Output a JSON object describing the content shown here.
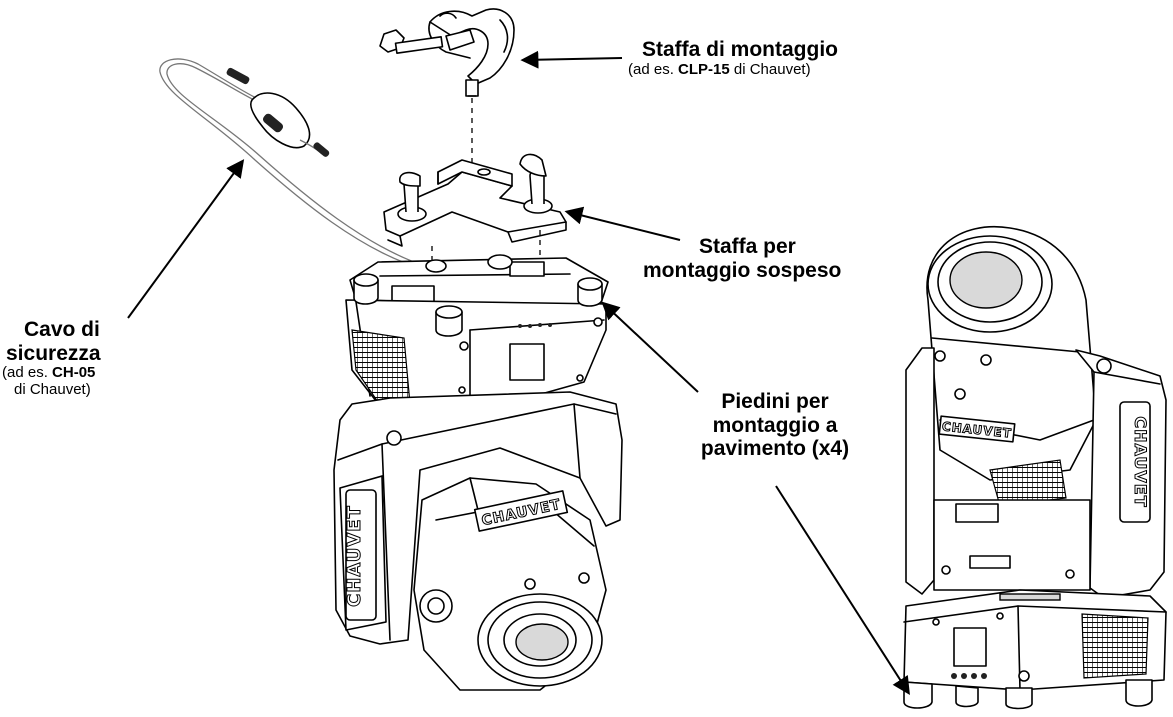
{
  "labels": {
    "mounting_clamp": {
      "title": "Staffa di montaggio",
      "sub_prefix": "(ad es. ",
      "sub_bold": "CLP-15",
      "sub_suffix": " di Chauvet)"
    },
    "hanging_bracket": {
      "line1": "Staffa per",
      "line2": "montaggio sospeso"
    },
    "safety_cable": {
      "line1": "Cavo di",
      "line2": "sicurezza",
      "sub_prefix": "(ad es. ",
      "sub_bold": "CH-05",
      "sub_line2": "di Chauvet)"
    },
    "floor_feet": {
      "line1": "Piedini per",
      "line2": "montaggio a",
      "line3": "pavimento (x4)"
    }
  },
  "brand_logo_text": "CHAUVET",
  "colors": {
    "line": "#000000",
    "background": "#ffffff",
    "cable": "#777777"
  },
  "icons": [
    "clamp-icon",
    "bracket-icon",
    "safety-cable-icon",
    "moving-head-fixture-icon",
    "arrow-icon"
  ]
}
